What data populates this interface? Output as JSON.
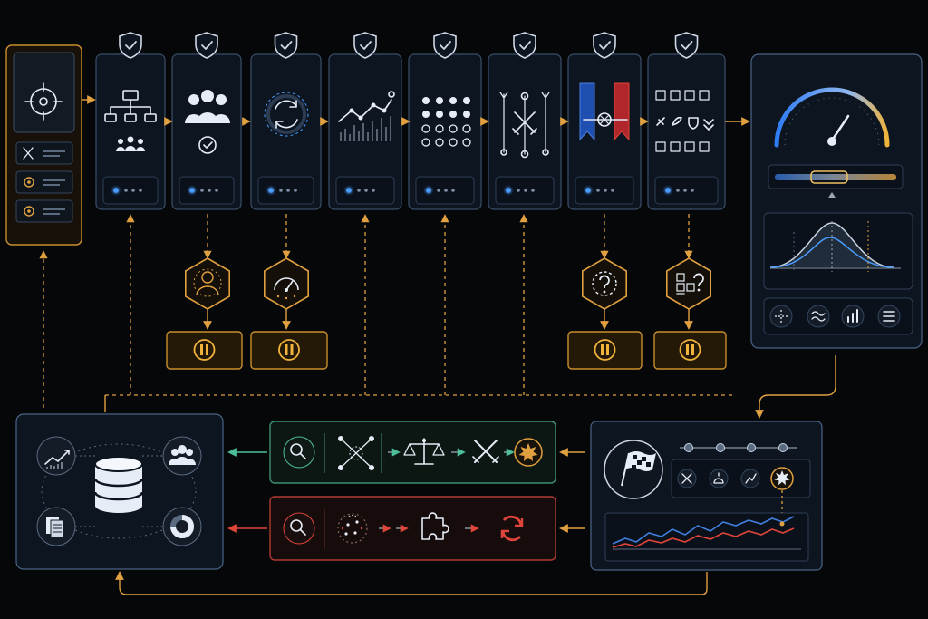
{
  "pipeline": {
    "stages": [
      {
        "name": "hierarchy",
        "icon": "org-chart-icon"
      },
      {
        "name": "team",
        "icon": "team-check-icon"
      },
      {
        "name": "cycle",
        "icon": "refresh-cycle-icon"
      },
      {
        "name": "trend",
        "icon": "line-trend-icon"
      },
      {
        "name": "grid",
        "icon": "dot-grid-icon"
      },
      {
        "name": "combat",
        "icon": "crossed-swords-icon"
      },
      {
        "name": "sides",
        "icon": "banners-icon"
      },
      {
        "name": "loadout",
        "icon": "item-slots-icon"
      }
    ]
  },
  "checkpoints": [
    {
      "name": "user-review",
      "icon": "person-hex-icon"
    },
    {
      "name": "performance-review",
      "icon": "gauge-hex-icon"
    },
    {
      "name": "question-review",
      "icon": "question-hex-icon"
    },
    {
      "name": "grid-question-review",
      "icon": "grid-question-hex-icon"
    }
  ],
  "colors": {
    "amber": "#e0a040",
    "blue": "#4a9eff",
    "green": "#4dbf9a",
    "red": "#e0453a",
    "frame": "#3a4e6a"
  },
  "legend": {
    "icon": "target-icon"
  },
  "metrics": {
    "icons": [
      "sparkle-icon",
      "wave-icon",
      "bars-icon",
      "menu-icon"
    ]
  },
  "success_path": {
    "icons": [
      "search-icon",
      "network-icon",
      "scales-icon",
      "swords-icon",
      "burst-icon"
    ]
  },
  "failure_path": {
    "icons": [
      "search-icon",
      "scatter-icon",
      "puzzle-icon",
      "refresh-icon"
    ]
  },
  "results": {
    "icon": "checkered-flag-icon"
  },
  "datastore": {
    "icons": [
      "chart-up-icon",
      "users-icon",
      "documents-icon",
      "donut-icon"
    ]
  }
}
